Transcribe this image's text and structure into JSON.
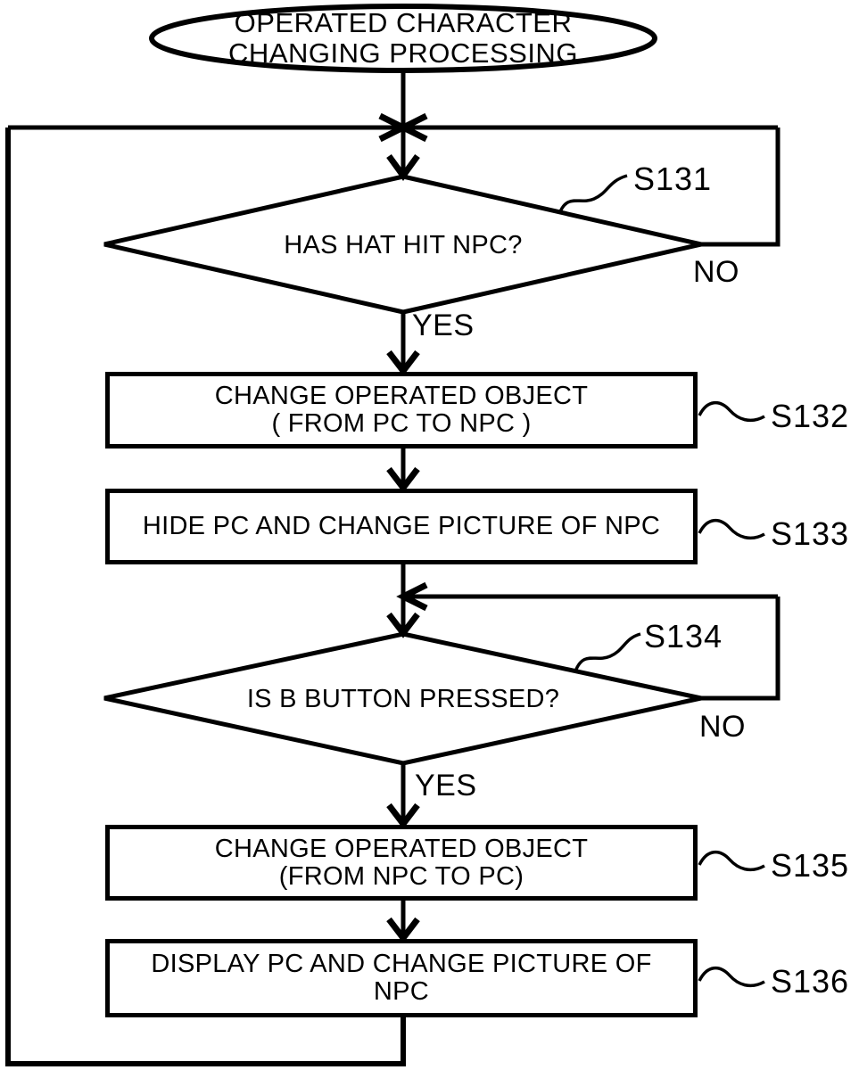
{
  "colors": {
    "ink": "#000000",
    "background": "#ffffff"
  },
  "terminal": {
    "lines": [
      "OPERATED CHARACTER",
      "CHANGING PROCESSING"
    ]
  },
  "decision1": {
    "label": "HAS HAT HIT NPC?",
    "step": "S131",
    "yes": "YES",
    "no": "NO"
  },
  "process1": {
    "lines": [
      "CHANGE OPERATED OBJECT",
      "( FROM PC TO NPC )"
    ],
    "step": "S132"
  },
  "process2": {
    "lines": [
      "HIDE PC AND CHANGE PICTURE OF NPC"
    ],
    "step": "S133"
  },
  "decision2": {
    "label": "IS B BUTTON PRESSED?",
    "step": "S134",
    "yes": "YES",
    "no": "NO"
  },
  "process3": {
    "lines": [
      "CHANGE OPERATED OBJECT",
      "(FROM NPC TO PC)"
    ],
    "step": "S135"
  },
  "process4": {
    "lines": [
      "DISPLAY PC AND CHANGE PICTURE OF",
      "NPC"
    ],
    "step": "S136"
  }
}
